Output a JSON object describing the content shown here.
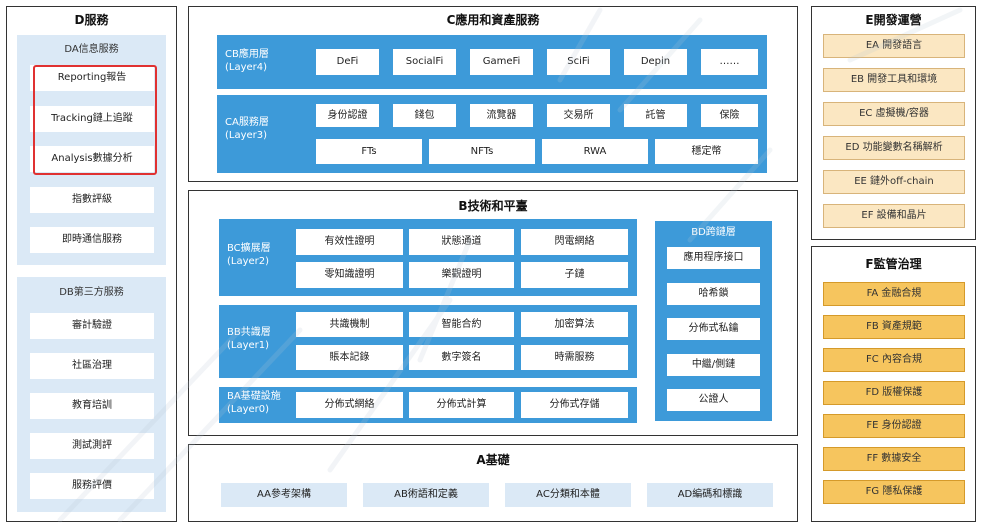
{
  "d": {
    "title": "D服務",
    "da": {
      "label": "DA信息服務",
      "items": [
        "Reporting報告",
        "Tracking鏈上追蹤",
        "Analysis數據分析",
        "指數評級",
        "即時通信服務"
      ]
    },
    "db": {
      "label": "DB第三方服務",
      "items": [
        "審計驗證",
        "社區治理",
        "教育培訓",
        "測試測評",
        "服務評價"
      ]
    }
  },
  "c": {
    "title": "C應用和資產服務",
    "cb": {
      "label_line1": "CB應用層",
      "label_line2": "(Layer4)",
      "items": [
        "DeFi",
        "SocialFi",
        "GameFi",
        "SciFi",
        "Depin",
        "……"
      ]
    },
    "ca": {
      "label_line1": "CA服務層",
      "label_line2": "(Layer3)",
      "row1": [
        "身份認證",
        "錢包",
        "流覽器",
        "交易所",
        "託管",
        "保險"
      ],
      "row2": [
        "FTs",
        "NFTs",
        "RWA",
        "穩定幣"
      ]
    }
  },
  "b": {
    "title": "B技術和平臺",
    "bc": {
      "label_line1": "BC擴展層",
      "label_line2": "(Layer2)",
      "row1": [
        "有效性證明",
        "狀態通道",
        "閃電網絡"
      ],
      "row2": [
        "零知識證明",
        "樂觀證明",
        "子鏈"
      ]
    },
    "bb": {
      "label_line1": "BB共識層",
      "label_line2": "(Layer1)",
      "row1": [
        "共識機制",
        "智能合約",
        "加密算法"
      ],
      "row2": [
        "賬本記錄",
        "數字簽名",
        "時需服務"
      ]
    },
    "ba": {
      "label_line1": "BA基礎設施",
      "label_line2": "(Layer0)",
      "items": [
        "分佈式網絡",
        "分佈式計算",
        "分佈式存儲"
      ]
    },
    "bd": {
      "label": "BD跨鏈層",
      "items": [
        "應用程序接口",
        "哈希鎖",
        "分佈式私鑰",
        "中繼/側鏈",
        "公證人"
      ]
    }
  },
  "a": {
    "title": "A基礎",
    "items": [
      "AA參考架構",
      "AB術語和定義",
      "AC分類和本體",
      "AD編碼和標識"
    ]
  },
  "e": {
    "title": "E開發運營",
    "items": [
      "EA 開發語言",
      "EB 開發工具和環境",
      "EC 虛擬機/容器",
      "ED 功能變數名稱解析",
      "EE 鏈外off-chain",
      "EF 設備和晶片"
    ]
  },
  "f": {
    "title": "F監管治理",
    "items": [
      "FA 金融合規",
      "FB 資產規範",
      "FC 內容合規",
      "FD 版權保護",
      "FE 身份認證",
      "FF 數據安全",
      "FG 隱私保護"
    ]
  },
  "colors": {
    "blue": "#3d9ad9",
    "light_blue": "#dbe9f6",
    "beige": "#fbe7c2",
    "gold": "#f6c55e",
    "highlight": "#e03131"
  }
}
